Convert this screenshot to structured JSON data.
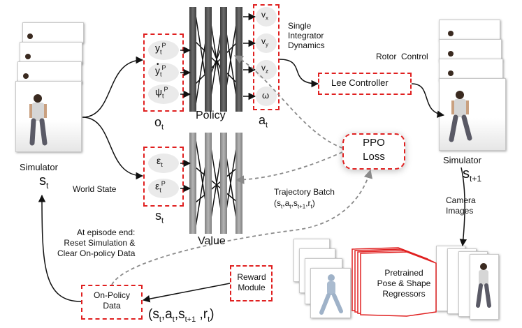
{
  "simulator_left": {
    "title": "Simulator",
    "state": "s",
    "state_sub": "t"
  },
  "simulator_right": {
    "title": "Simulator",
    "state": "s",
    "state_sub": "t+1"
  },
  "obs": [
    {
      "main": "y",
      "sub": "t",
      "sup": "P",
      "dot": false
    },
    {
      "main": "y",
      "sub": "t",
      "sup": "P",
      "dot": true
    },
    {
      "main": "ψ",
      "sub": "t",
      "sup": "P",
      "dot": false
    }
  ],
  "obs_label": {
    "main": "o",
    "sub": "t"
  },
  "actions": [
    {
      "main": "v",
      "sub": "x"
    },
    {
      "main": "v",
      "sub": "y"
    },
    {
      "main": "v",
      "sub": "z"
    },
    {
      "main": "ω",
      "sub": ""
    }
  ],
  "action_label": {
    "main": "a",
    "sub": "t"
  },
  "world": [
    {
      "main": "ε",
      "sub": "t",
      "sup": ""
    },
    {
      "main": "ε",
      "sub": "t",
      "sup": "P"
    }
  ],
  "world_label": {
    "main": "s",
    "sub": "t"
  },
  "world_state_text": "World State",
  "policy_label": "Policy",
  "value_label": "Value",
  "single_integrator": [
    "Single",
    "Integrator",
    "Dynamics"
  ],
  "rotor_control": "Rotor  Control",
  "lee_controller": "Lee Controller",
  "ppo_loss": [
    "PPO",
    "Loss"
  ],
  "trajectory_batch": "Trajectory Batch",
  "tuple_small": {
    "s": "s",
    "s_sub": "t",
    "a": "a",
    "a_sub": "t",
    "s2_sub": "t+1",
    "r": "r",
    "r_sub": "t"
  },
  "episode_end": [
    "At episode end:",
    "Reset Simulation  &",
    "Clear On-policy Data"
  ],
  "camera_images": [
    "Camera",
    "Images"
  ],
  "pretrained": [
    "Pretrained",
    "Pose & Shape",
    "Regressors"
  ],
  "reward_module": [
    "Reward",
    "Module"
  ],
  "on_policy": [
    "On-Policy",
    "Data"
  ],
  "tuple_large": {
    "s": "s",
    "s_sub": "t",
    "a": "a",
    "a_sub": "t",
    "s2_sub": "t+1",
    "r": "r",
    "r_sub": "t"
  },
  "colors": {
    "dash_red": "#e02020",
    "arrow_black": "#111111",
    "arrow_gray": "#8a8a8a",
    "net_dark": "#555555",
    "net_light": "#9a9a9a",
    "oval": "#eaeaea"
  }
}
